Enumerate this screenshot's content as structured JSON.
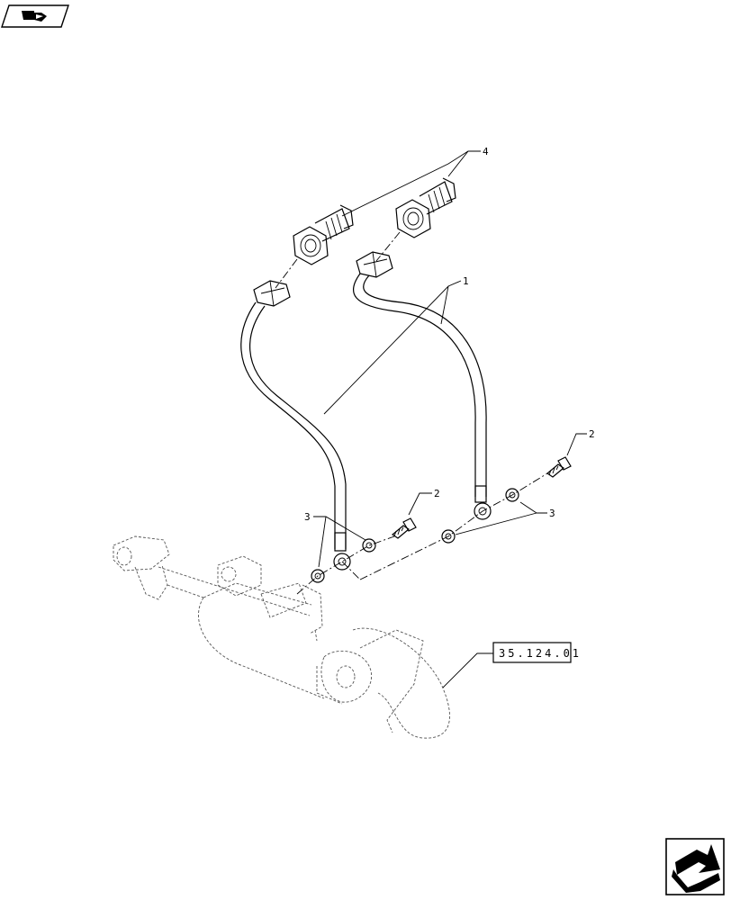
{
  "nav": {
    "prev_icon": "prev-page-arrow-icon",
    "next_icon": "next-page-arrow-icon"
  },
  "callouts": {
    "hose": "1",
    "bolt_upper": "2",
    "bolt_lower": "2",
    "washer_left": "3",
    "washer_right": "3",
    "coupler": "4"
  },
  "reference": {
    "label": "35.124.01"
  },
  "colors": {
    "line": "#000000",
    "ghost_line": "#555555",
    "background": "#ffffff"
  }
}
